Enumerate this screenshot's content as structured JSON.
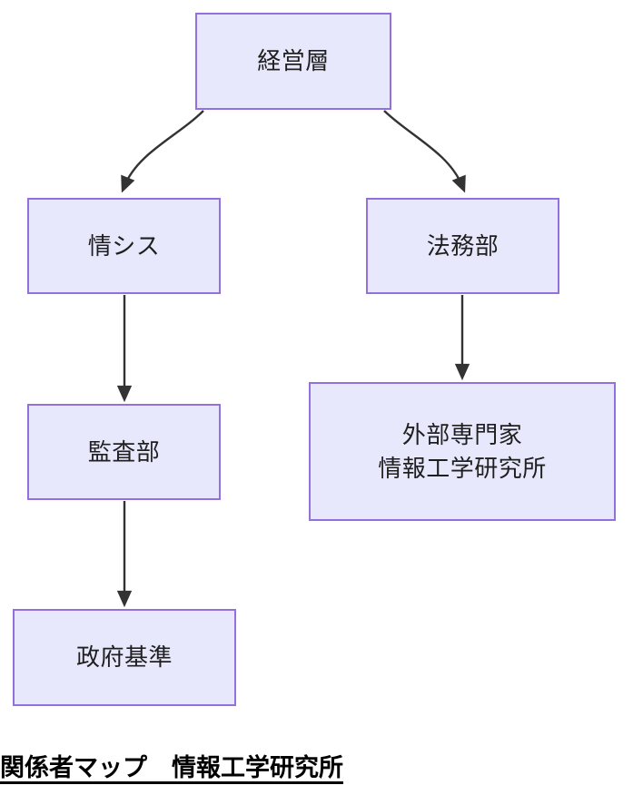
{
  "diagram": {
    "type": "flowchart",
    "direction": "top-down",
    "colors": {
      "node_fill": "#E8E8FC",
      "node_border": "#9370DB",
      "edge_stroke": "#333333",
      "text": "#1f1f1f",
      "background": "#ffffff"
    },
    "nodes": [
      {
        "id": "management",
        "label": "経営層",
        "lines": [
          "経営層"
        ]
      },
      {
        "id": "it",
        "label": "情シス",
        "lines": [
          "情シス"
        ]
      },
      {
        "id": "legal",
        "label": "法務部",
        "lines": [
          "法務部"
        ]
      },
      {
        "id": "audit",
        "label": "監査部",
        "lines": [
          "監査部"
        ]
      },
      {
        "id": "external",
        "label": "外部専門家 情報工学研究所",
        "lines": [
          "外部専門家",
          "情報工学研究所"
        ]
      },
      {
        "id": "gov",
        "label": "政府基準",
        "lines": [
          "政府基準"
        ]
      }
    ],
    "edges": [
      {
        "from": "management",
        "to": "it",
        "style": "curved",
        "arrow": "filled-triangle"
      },
      {
        "from": "management",
        "to": "legal",
        "style": "curved",
        "arrow": "filled-triangle"
      },
      {
        "from": "it",
        "to": "audit",
        "style": "straight",
        "arrow": "filled-triangle"
      },
      {
        "from": "legal",
        "to": "external",
        "style": "straight",
        "arrow": "filled-triangle"
      },
      {
        "from": "audit",
        "to": "gov",
        "style": "straight",
        "arrow": "filled-triangle"
      }
    ]
  },
  "caption": {
    "text": "関係者マップ　情報工学研究所"
  }
}
